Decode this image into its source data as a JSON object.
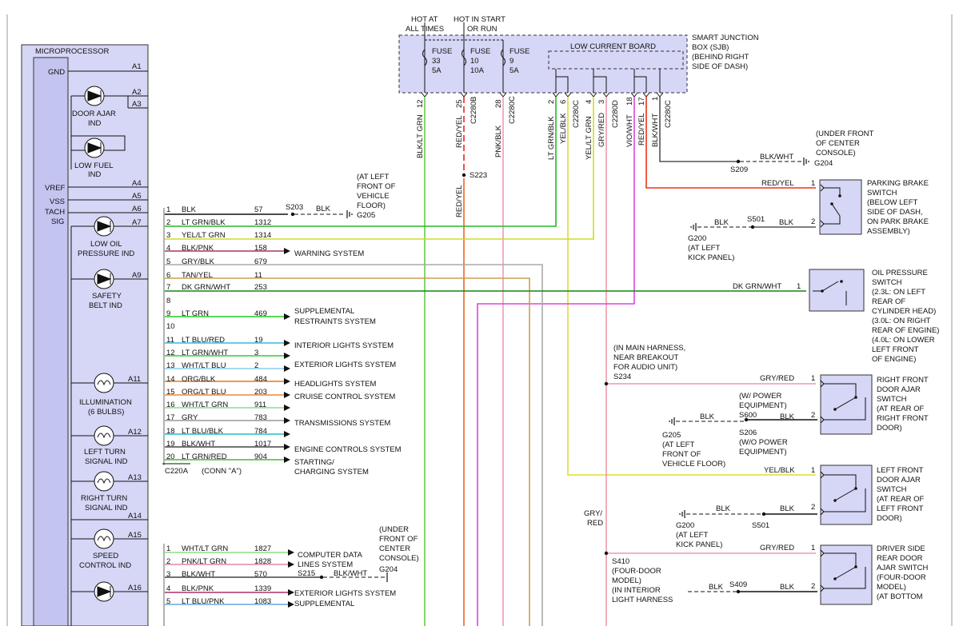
{
  "microprocessor": {
    "title": "MICROPROCESSOR",
    "gnd": "GND",
    "pins": [
      "A1",
      "A2",
      "A3",
      "A4",
      "A5",
      "A6",
      "A7",
      "A9",
      "A11",
      "A12",
      "A13",
      "A14",
      "A15",
      "A16"
    ],
    "left_labels": [
      "VREF",
      "VSS",
      "TACH",
      "SIG"
    ],
    "indicators": {
      "door_ajar": [
        "DOOR AJAR",
        "IND"
      ],
      "low_fuel": [
        "LOW FUEL",
        "IND"
      ],
      "low_oil": [
        "LOW OIL",
        "PRESSURE IND"
      ],
      "safety_belt": [
        "SAFETY",
        "BELT IND"
      ],
      "illumination": [
        "ILLUMINATION",
        "(6 BULBS)"
      ],
      "left_turn": [
        "LEFT TURN",
        "SIGNAL IND"
      ],
      "right_turn": [
        "RIGHT TURN",
        "SIGNAL IND"
      ],
      "speed": [
        "SPEED",
        "CONTROL IND"
      ]
    }
  },
  "connector_a": {
    "rows": [
      {
        "num": "1",
        "color": "BLK",
        "circuit": "57",
        "hex": "#111111"
      },
      {
        "num": "2",
        "color": "LT GRN/BLK",
        "circuit": "1312",
        "hex": "#22bb22"
      },
      {
        "num": "3",
        "color": "YEL/LT GRN",
        "circuit": "1314",
        "hex": "#ccdd22"
      },
      {
        "num": "4",
        "color": "BLK/PNK",
        "circuit": "158",
        "hex": "#aa3366"
      },
      {
        "num": "5",
        "color": "GRY/BLK",
        "circuit": "679",
        "hex": "#999999"
      },
      {
        "num": "6",
        "color": "TAN/YEL",
        "circuit": "11",
        "hex": "#c8a050"
      },
      {
        "num": "7",
        "color": "DK GRN/WHT",
        "circuit": "253",
        "hex": "#118811"
      },
      {
        "num": "8",
        "color": "",
        "circuit": "",
        "hex": "#111111"
      },
      {
        "num": "9",
        "color": "LT GRN",
        "circuit": "469",
        "hex": "#22cc22"
      },
      {
        "num": "10",
        "color": "",
        "circuit": "",
        "hex": "#111111"
      },
      {
        "num": "11",
        "color": "LT BLU/RED",
        "circuit": "19",
        "hex": "#33bbdd"
      },
      {
        "num": "12",
        "color": "LT GRN/WHT",
        "circuit": "3",
        "hex": "#33cc33"
      },
      {
        "num": "13",
        "color": "WHT/LT BLU",
        "circuit": "2",
        "hex": "#88ccee"
      },
      {
        "num": "14",
        "color": "ORG/BLK",
        "circuit": "484",
        "hex": "#ee7711"
      },
      {
        "num": "15",
        "color": "ORG/LT BLU",
        "circuit": "203",
        "hex": "#ee8833"
      },
      {
        "num": "16",
        "color": "WHT/LT GRN",
        "circuit": "911",
        "hex": "#88dd88"
      },
      {
        "num": "17",
        "color": "GRY",
        "circuit": "783",
        "hex": "#999999"
      },
      {
        "num": "18",
        "color": "LT BLU/BLK",
        "circuit": "784",
        "hex": "#22bbcc"
      },
      {
        "num": "19",
        "color": "BLK/WHT",
        "circuit": "1017",
        "hex": "#444444"
      },
      {
        "num": "20",
        "color": "LT GRN/RED",
        "circuit": "904",
        "hex": "#44bb33"
      }
    ],
    "systems": {
      "warning": "WARNING SYSTEM",
      "restraints_1": "SUPPLEMENTAL",
      "restraints_2": "RESTRAINTS SYSTEM",
      "interior": "INTERIOR LIGHTS SYSTEM",
      "exterior": "EXTERIOR LIGHTS SYSTEM",
      "headlights": "HEADLIGHTS SYSTEM",
      "cruise": "CRUISE CONTROL SYSTEM",
      "trans": "TRANSMISSIONS SYSTEM",
      "engine": "ENGINE CONTROLS SYSTEM",
      "starting_1": "STARTING/",
      "starting_2": "CHARGING SYSTEM"
    },
    "label": "C220A",
    "conn_name": "(CONN \"A\")",
    "s203": "S203",
    "blk": "BLK",
    "g205": "G205",
    "g205_note": [
      "(AT LEFT",
      "FRONT OF",
      "VEHICLE",
      "FLOOR)"
    ]
  },
  "connector_b": {
    "rows": [
      {
        "num": "1",
        "color": "WHT/LT GRN",
        "circuit": "1827",
        "hex": "#88dd88"
      },
      {
        "num": "2",
        "color": "PNK/LT GRN",
        "circuit": "1828",
        "hex": "#dd88aa"
      },
      {
        "num": "3",
        "color": "BLK/WHT",
        "circuit": "570",
        "hex": "#444444"
      },
      {
        "num": "4",
        "color": "BLK/PNK",
        "circuit": "1339",
        "hex": "#aa3366"
      },
      {
        "num": "5",
        "color": "LT BLU/PNK",
        "circuit": "1083",
        "hex": "#66aadd"
      }
    ],
    "computer_1": "COMPUTER DATA",
    "computer_2": "LINES SYSTEM",
    "s215": "S215",
    "blkwht": "BLK/WHT",
    "g204": "G204",
    "g204_note": [
      "(UNDER",
      "FRONT OF",
      "CENTER",
      "CONSOLE)"
    ],
    "exterior": "EXTERIOR LIGHTS SYSTEM",
    "supplemental": "SUPPLEMENTAL"
  },
  "sjb": {
    "hot_all": [
      "HOT AT",
      "ALL TIMES"
    ],
    "hot_start": [
      "HOT IN START",
      "OR RUN"
    ],
    "fuse_word": "FUSE",
    "fuses": [
      {
        "num": "33",
        "amp": "5A"
      },
      {
        "num": "10",
        "amp": "10A"
      },
      {
        "num": "9",
        "amp": "5A"
      }
    ],
    "board": "LOW CURRENT BOARD",
    "title": [
      "SMART JUNCTION",
      "BOX (SJB)",
      "(BEHIND RIGHT",
      "SIDE OF DASH)"
    ],
    "pin_labels": [
      "12",
      "25",
      "C2280B",
      "28",
      "C2280C",
      "2",
      "6",
      "C2280C",
      "4",
      "3",
      "C2280D",
      "18",
      "17",
      "1",
      "C2280C"
    ]
  },
  "vertical_wires": {
    "blk_ltgrn": "BLK/LT GRN",
    "red_yel": "RED/YEL",
    "pnk_blk": "PNK/BLK",
    "ltgrn_blk": "LT GRN/BLK",
    "yel_blk": "YEL/BLK",
    "yel_ltgrn": "YEL/LT GRN",
    "gry_red": "GRY/RED",
    "vio_wht": "VIO/WHT",
    "red_yel2": "RED/YEL",
    "blk_wht": "BLK/WHT",
    "red_yel_lower": "RED/YEL",
    "s223": "S223",
    "gry_red_vert": [
      "GRY/",
      "RED"
    ]
  },
  "right_side": {
    "g204_note": [
      "(UNDER FRONT",
      "OF CENTER",
      "CONSOLE)"
    ],
    "s209": "S209",
    "blkwht": "BLK/WHT",
    "g204": "G204",
    "parking": {
      "wire": "RED/YEL",
      "p1": "1",
      "p2": "2",
      "blk": "BLK",
      "s501": "S501",
      "blk2": "BLK",
      "g200": "G200",
      "g200_note": [
        "(AT LEFT",
        "KICK PANEL)"
      ],
      "label": [
        "PARKING BRAKE",
        "SWITCH",
        "(BELOW LEFT",
        "SIDE OF DASH,",
        "ON PARK BRAKE",
        "ASSEMBLY)"
      ]
    },
    "oil": {
      "wire": "DK GRN/WHT",
      "p1": "1",
      "label": [
        "OIL PRESSURE",
        "SWITCH",
        "(2.3L: ON LEFT",
        "REAR OF",
        "CYLINDER HEAD)",
        "(3.0L: ON RIGHT",
        "REAR OF ENGINE)",
        "(4.0L: ON LOWER",
        "LEFT FRONT",
        "OF ENGINE)"
      ]
    },
    "s234_note": [
      "(IN MAIN HARNESS,",
      "NEAR BREAKOUT",
      "FOR AUDIO UNIT)"
    ],
    "s234": "S234",
    "rf_door": {
      "wire": "GRY/RED",
      "p1": "1",
      "p2": "2",
      "label": [
        "RIGHT FRONT",
        "DOOR AJAR",
        "SWITCH",
        "(AT REAR OF",
        "RIGHT FRONT",
        "DOOR)"
      ],
      "power_note": [
        "(W/ POWER",
        "EQUIPMENT)"
      ],
      "s600": "S600",
      "blk": "BLK",
      "blk2": "BLK",
      "g205": "G205",
      "g205_note": [
        "(AT LEFT",
        "FRONT OF",
        "VEHICLE FLOOR)"
      ],
      "s206": "S206",
      "nopower_note": [
        "(W/O POWER",
        "EQUIPMENT)"
      ]
    },
    "lf_door": {
      "wire": "YEL/BLK",
      "p1": "1",
      "p2": "2",
      "blk": "BLK",
      "blk2": "BLK",
      "s501": "S501",
      "g200": "G200",
      "g200_note": [
        "(AT LEFT",
        "KICK PANEL)"
      ],
      "label": [
        "LEFT FRONT",
        "DOOR AJAR",
        "SWITCH",
        "(AT REAR OF",
        "LEFT FRONT",
        "DOOR)"
      ]
    },
    "s410": "S410",
    "s410_note": [
      "(FOUR-DOOR",
      "MODEL)",
      "(IN INTERIOR",
      "LIGHT HARNESS"
    ],
    "rear_door": {
      "wire": "GRY/RED",
      "p1": "1",
      "p2": "2",
      "blk": "BLK",
      "s409": "S409",
      "blk2": "BLK",
      "label": [
        "DRIVER SIDE",
        "REAR DOOR",
        "AJAR SWITCH",
        "(FOUR-DOOR",
        "MODEL)",
        "(AT BOTTOM"
      ]
    }
  }
}
